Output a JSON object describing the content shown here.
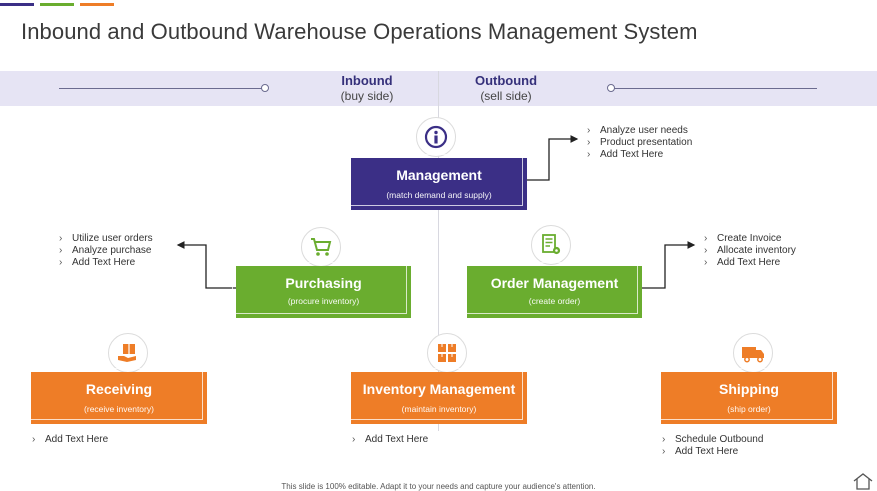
{
  "colors": {
    "purple": "#3b2f86",
    "green": "#6aad2f",
    "orange": "#ee7d27",
    "band": "#e6e4f4"
  },
  "title": "Inbound and Outbound Warehouse Operations Management System",
  "band": {
    "inbound": {
      "label": "Inbound",
      "sub": "(buy side)"
    },
    "outbound": {
      "label": "Outbound",
      "sub": "(sell side)"
    }
  },
  "nodes": {
    "management": {
      "name": "Management",
      "sub": "(match demand and supply)",
      "icon": "info-icon"
    },
    "purchasing": {
      "name": "Purchasing",
      "sub": "(procure inventory)",
      "icon": "cart-icon"
    },
    "order": {
      "name": "Order Management",
      "sub": "(create order)",
      "icon": "order-gear-icon"
    },
    "receiving": {
      "name": "Receiving",
      "sub": "(receive inventory)",
      "icon": "hand-box-icon"
    },
    "inventory": {
      "name": "Inventory Management",
      "sub": "(maintain inventory)",
      "icon": "boxes-icon"
    },
    "shipping": {
      "name": "Shipping",
      "sub": "(ship order)",
      "icon": "truck-icon"
    }
  },
  "notes": {
    "management": [
      "Analyze user needs",
      "Product presentation",
      "Add Text Here"
    ],
    "purchasing": [
      "Utilize user orders",
      "Analyze purchase",
      "Add Text Here"
    ],
    "order": [
      "Create Invoice",
      "Allocate inventory",
      "Add Text Here"
    ],
    "receiving": [
      "Add Text Here"
    ],
    "inventory": [
      "Add Text Here"
    ],
    "shipping": [
      "Schedule Outbound",
      "Add Text Here"
    ]
  },
  "footer": "This slide is 100% editable. Adapt it to your needs and capture your audience's attention."
}
